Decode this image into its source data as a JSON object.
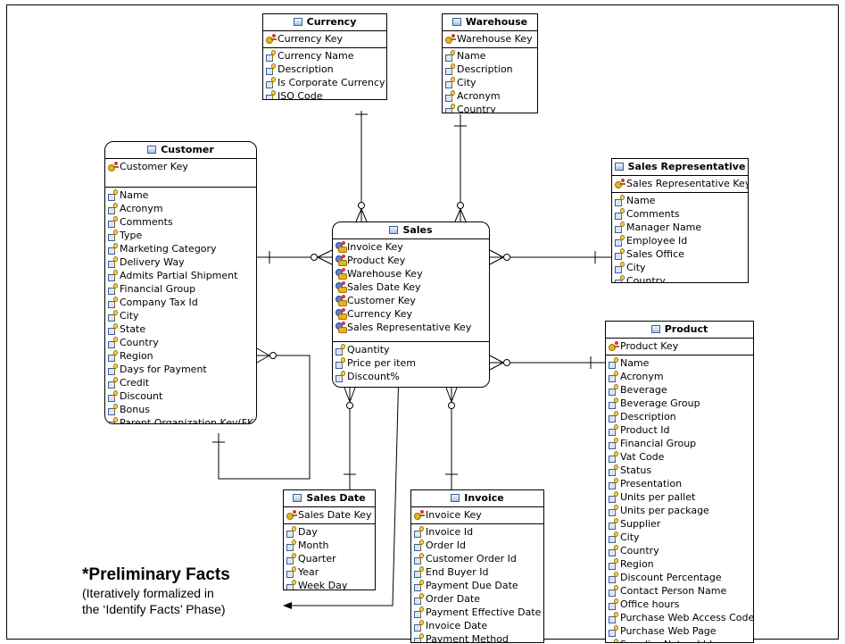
{
  "entities": {
    "currency": {
      "title": "Currency",
      "keys": [
        "Currency Key"
      ],
      "attrs": [
        "Currency Name",
        "Description",
        "Is Corporate Currency",
        "ISO Code"
      ]
    },
    "warehouse": {
      "title": "Warehouse",
      "keys": [
        "Warehouse Key"
      ],
      "attrs": [
        "Name",
        "Description",
        "City",
        "Acronym",
        "Country"
      ]
    },
    "customer": {
      "title": "Customer",
      "keys": [
        "Customer Key"
      ],
      "attrs": [
        "Name",
        "Acronym",
        "Comments",
        "Type",
        "Marketing Category",
        "Delivery Way",
        "Admits Partial Shipment",
        "Financial Group",
        "Company Tax Id",
        "City",
        "State",
        "Country",
        "Region",
        "Days for Payment",
        "Credit",
        "Discount",
        "Bonus",
        "Parent Organization Key(FK)"
      ]
    },
    "sales": {
      "title": "Sales",
      "keys": [
        "Invoice Key",
        "Product Key",
        "Warehouse Key",
        "Sales Date Key",
        "Customer Key",
        "Currency Key",
        "Sales Representative Key"
      ],
      "attrs": [
        "Quantity",
        "Price per item",
        "Discount%"
      ]
    },
    "sales_rep": {
      "title": "Sales Representative",
      "keys": [
        "Sales Representative Key"
      ],
      "attrs": [
        "Name",
        "Comments",
        "Manager Name",
        "Employee Id",
        "Sales Office",
        "City",
        "Country"
      ]
    },
    "product": {
      "title": "Product",
      "keys": [
        "Product Key"
      ],
      "attrs": [
        "Name",
        "Acronym",
        "Beverage",
        "Beverage Group",
        "Description",
        "Product Id",
        "Financial Group",
        "Vat Code",
        "Status",
        "Presentation",
        "Units per pallet",
        "Units per package",
        "Supplier",
        "City",
        "Country",
        "Region",
        "Discount Percentage",
        "Contact Person Name",
        "Office hours",
        "Purchase Web Access Code",
        "Purchase Web Page",
        "Supplier Natural Id"
      ]
    },
    "sales_date": {
      "title": "Sales Date",
      "keys": [
        "Sales Date Key"
      ],
      "attrs": [
        "Day",
        "Month",
        "Quarter",
        "Year",
        "Week Day"
      ]
    },
    "invoice": {
      "title": "Invoice",
      "keys": [
        "Invoice Key"
      ],
      "attrs": [
        "Invoice Id",
        "Order Id",
        "Customer Order Id",
        "End Buyer Id",
        "Payment Due Date",
        "Order Date",
        "Payment Effective Date",
        "Invoice Date",
        "Payment Method"
      ]
    }
  },
  "note": {
    "heading": "*Preliminary Facts",
    "line1": "(Iteratively formalized in",
    "line2": "the ‘Identify Facts’ Phase)"
  }
}
